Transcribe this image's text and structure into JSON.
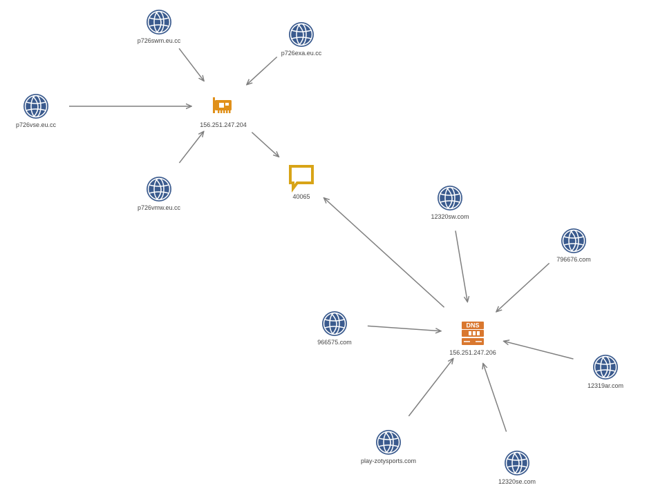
{
  "colors": {
    "domain": "#3b5b8e",
    "ip_nic": "#e0901a",
    "dns": "#d9772e",
    "message": "#d8a417",
    "edge": "#7f7f7f",
    "label": "#444444"
  },
  "nodes": [
    {
      "id": "p726swm",
      "type": "domain",
      "icon": "globe-icon",
      "label": "p726swm.eu.cc"
    },
    {
      "id": "p726exa",
      "type": "domain",
      "icon": "globe-icon",
      "label": "p726exa.eu.cc"
    },
    {
      "id": "p726vse",
      "type": "domain",
      "icon": "globe-icon",
      "label": "p726vse.eu.cc"
    },
    {
      "id": "ip204",
      "type": "ip_nic",
      "icon": "network-card-icon",
      "label": "156.251.247.204"
    },
    {
      "id": "p726vmw",
      "type": "domain",
      "icon": "globe-icon",
      "label": "p726vmw.eu.cc"
    },
    {
      "id": "msg40065",
      "type": "message",
      "icon": "speech-bubble-icon",
      "label": "40065"
    },
    {
      "id": "d12320sw",
      "type": "domain",
      "icon": "globe-icon",
      "label": "12320sw.com"
    },
    {
      "id": "d796676",
      "type": "domain",
      "icon": "globe-icon",
      "label": "796676.com"
    },
    {
      "id": "d966575",
      "type": "domain",
      "icon": "globe-icon",
      "label": "966575.com"
    },
    {
      "id": "ip206",
      "type": "dns",
      "icon": "dns-server-icon",
      "label": "156.251.247.206"
    },
    {
      "id": "d12319ar",
      "type": "domain",
      "icon": "globe-icon",
      "label": "12319ar.com"
    },
    {
      "id": "playzoty",
      "type": "domain",
      "icon": "globe-icon",
      "label": "play-zotysports.com"
    },
    {
      "id": "d12320se",
      "type": "domain",
      "icon": "globe-icon",
      "label": "12320se.com"
    }
  ],
  "edges": [
    {
      "from": "p726swm",
      "to": "ip204"
    },
    {
      "from": "p726exa",
      "to": "ip204"
    },
    {
      "from": "p726vse",
      "to": "ip204"
    },
    {
      "from": "p726vmw",
      "to": "ip204"
    },
    {
      "from": "ip204",
      "to": "msg40065"
    },
    {
      "from": "ip206",
      "to": "msg40065"
    },
    {
      "from": "d12320sw",
      "to": "ip206"
    },
    {
      "from": "d796676",
      "to": "ip206"
    },
    {
      "from": "d966575",
      "to": "ip206"
    },
    {
      "from": "d12319ar",
      "to": "ip206"
    },
    {
      "from": "playzoty",
      "to": "ip206"
    },
    {
      "from": "d12320se",
      "to": "ip206"
    }
  ]
}
